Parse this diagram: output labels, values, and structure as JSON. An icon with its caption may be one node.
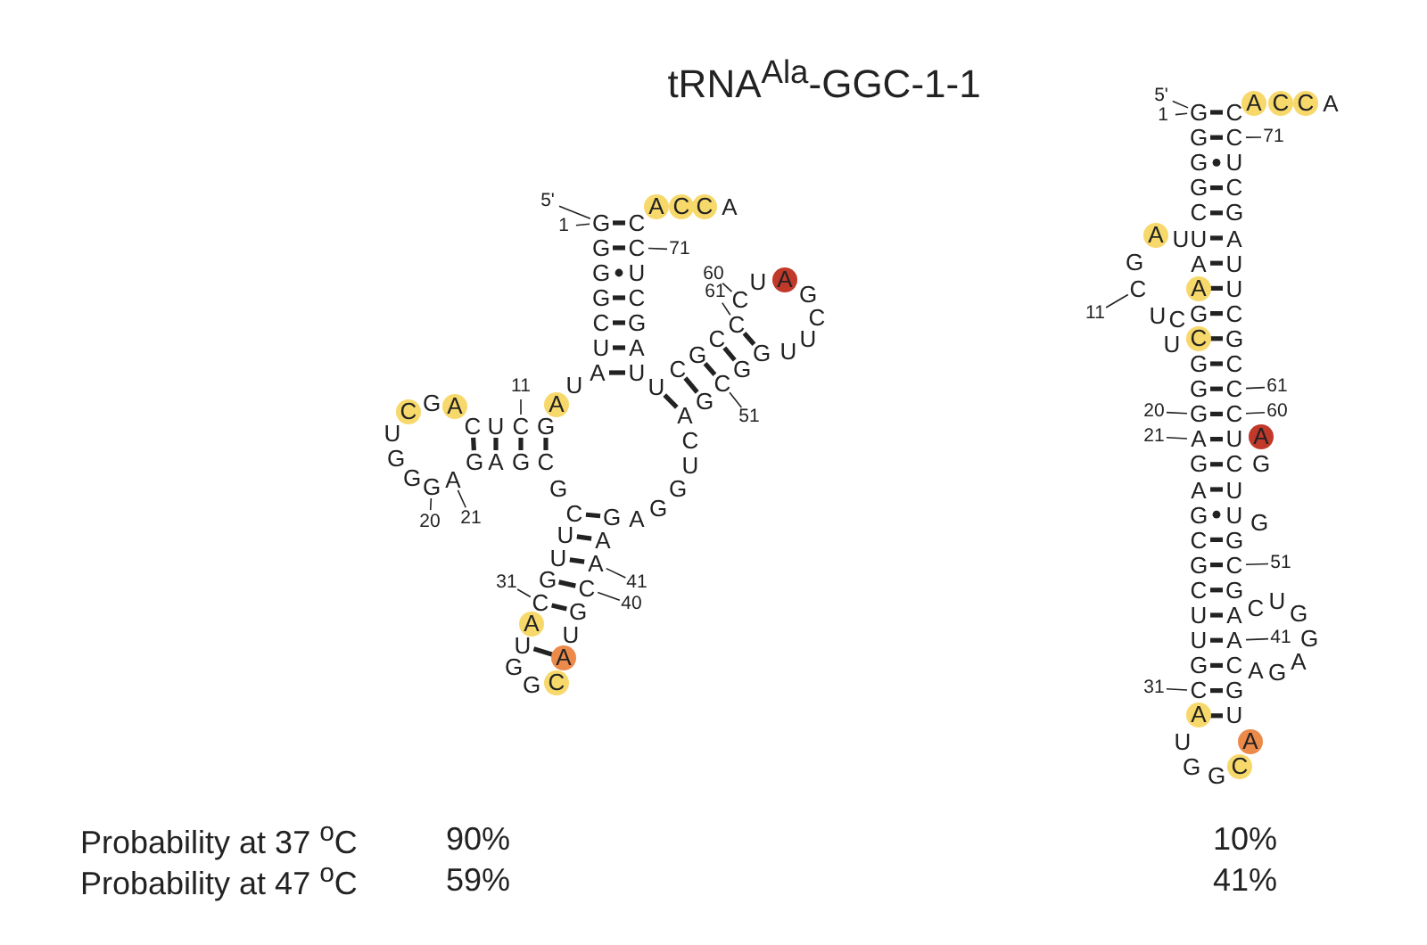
{
  "diagram": {
    "title": "tRNA$^{Ala}$-GGC-1-1",
    "nodes": [
      {
        "text": [
          "G"
        ]
      },
      {
        "text": [
          "G"
        ]
      },
      {
        "text": [
          "G"
        ]
      },
      {
        "text": [
          "G"
        ]
      },
      {
        "text": [
          "C"
        ]
      },
      {
        "text": [
          "U"
        ]
      },
      {
        "text": [
          "A"
        ]
      },
      {
        "text": [
          "U"
        ]
      },
      {
        "text": [
          "A"
        ]
      },
      {
        "text": [
          "G"
        ]
      },
      {
        "text": [
          "C"
        ]
      },
      {
        "text": [
          "U"
        ]
      },
      {
        "text": [
          "C"
        ]
      },
      {
        "text": [
          "A"
        ]
      },
      {
        "text": [
          "G"
        ]
      },
      {
        "text": [
          "C"
        ]
      },
      {
        "text": [
          "U"
        ]
      },
      {
        "text": [
          "G"
        ]
      },
      {
        "text": [
          "G"
        ]
      },
      {
        "text": [
          "G"
        ]
      },
      {
        "text": [
          "A"
        ]
      },
      {
        "text": [
          "G"
        ]
      },
      {
        "text": [
          "A"
        ]
      },
      {
        "text": [
          "G"
        ]
      },
      {
        "text": [
          "C"
        ]
      },
      {
        "text": [
          "G"
        ]
      },
      {
        "text": [
          "C"
        ]
      },
      {
        "text": [
          "U"
        ]
      },
      {
        "text": [
          "U"
        ]
      },
      {
        "text": [
          "G"
        ]
      },
      {
        "text": [
          "C"
        ]
      },
      {
        "text": [
          "A"
        ]
      },
      {
        "text": [
          "U"
        ]
      },
      {
        "text": [
          "G"
        ]
      },
      {
        "text": [
          "G"
        ]
      },
      {
        "text": [
          "C"
        ]
      },
      {
        "text": [
          "A"
        ]
      },
      {
        "text": [
          "U"
        ]
      },
      {
        "text": [
          "G"
        ]
      },
      {
        "text": [
          "C"
        ]
      },
      {
        "text": [
          "A"
        ]
      },
      {
        "text": [
          "A"
        ]
      },
      {
        "text": [
          "G"
        ]
      },
      {
        "text": [
          "A"
        ]
      },
      {
        "text": [
          "G"
        ]
      },
      {
        "text": [
          "G"
        ]
      },
      {
        "text": [
          "U"
        ]
      },
      {
        "text": [
          "C"
        ]
      },
      {
        "text": [
          "A"
        ]
      },
      {
        "text": [
          "G"
        ]
      },
      {
        "text": [
          "C"
        ]
      },
      {
        "text": [
          "G"
        ]
      },
      {
        "text": [
          "G"
        ]
      },
      {
        "text": [
          "U"
        ]
      },
      {
        "text": [
          "U"
        ]
      },
      {
        "text": [
          "C"
        ]
      },
      {
        "text": [
          "G"
        ]
      },
      {
        "text": [
          "A"
        ]
      },
      {
        "text": [
          "U"
        ]
      },
      {
        "text": [
          "C"
        ]
      },
      {
        "text": [
          "C"
        ]
      },
      {
        "text": [
          "C"
        ]
      },
      {
        "text": [
          "G"
        ]
      },
      {
        "text": [
          "C"
        ]
      },
      {
        "text": [
          "U"
        ]
      },
      {
        "text": [
          "U"
        ]
      },
      {
        "text": [
          "A"
        ]
      },
      {
        "text": [
          "G"
        ]
      },
      {
        "text": [
          "C"
        ]
      },
      {
        "text": [
          "U"
        ]
      },
      {
        "text": [
          "C"
        ]
      },
      {
        "text": [
          "C"
        ]
      },
      {
        "text": [
          "A"
        ]
      },
      {
        "text": [
          "C"
        ]
      },
      {
        "text": [
          "C"
        ]
      },
      {
        "text": [
          "A"
        ]
      },
      {
        "text": [
          "G"
        ]
      },
      {
        "text": [
          "G"
        ]
      },
      {
        "text": [
          "G"
        ]
      },
      {
        "text": [
          "G"
        ]
      },
      {
        "text": [
          "C"
        ]
      },
      {
        "text": [
          "U"
        ]
      },
      {
        "text": [
          "A"
        ]
      },
      {
        "text": [
          "U"
        ]
      },
      {
        "text": [
          "A"
        ]
      },
      {
        "text": [
          "G"
        ]
      },
      {
        "text": [
          "C"
        ]
      },
      {
        "text": [
          "U"
        ]
      },
      {
        "text": [
          "C"
        ]
      },
      {
        "text": [
          "A"
        ]
      },
      {
        "text": [
          "G"
        ]
      },
      {
        "text": [
          "C"
        ]
      },
      {
        "text": [
          "U"
        ]
      },
      {
        "text": [
          "G"
        ]
      },
      {
        "text": [
          "G"
        ]
      },
      {
        "text": [
          "G"
        ]
      },
      {
        "text": [
          "A"
        ]
      },
      {
        "text": [
          "G"
        ]
      },
      {
        "text": [
          "A"
        ]
      },
      {
        "text": [
          "G"
        ]
      },
      {
        "text": [
          "C"
        ]
      },
      {
        "text": [
          "G"
        ]
      },
      {
        "text": [
          "C"
        ]
      },
      {
        "text": [
          "U"
        ]
      },
      {
        "text": [
          "U"
        ]
      },
      {
        "text": [
          "G"
        ]
      },
      {
        "text": [
          "C"
        ]
      },
      {
        "text": [
          "A"
        ]
      },
      {
        "text": [
          "U"
        ]
      },
      {
        "text": [
          "G"
        ]
      },
      {
        "text": [
          "G"
        ]
      },
      {
        "text": [
          "C"
        ]
      },
      {
        "text": [
          "A"
        ]
      },
      {
        "text": [
          "U"
        ]
      },
      {
        "text": [
          "G"
        ]
      },
      {
        "text": [
          "C"
        ]
      },
      {
        "text": [
          "A"
        ]
      },
      {
        "text": [
          "A"
        ]
      },
      {
        "text": [
          "G"
        ]
      },
      {
        "text": [
          "A"
        ]
      },
      {
        "text": [
          "G"
        ]
      },
      {
        "text": [
          "G"
        ]
      },
      {
        "text": [
          "U"
        ]
      },
      {
        "text": [
          "C"
        ]
      },
      {
        "text": [
          "A"
        ]
      },
      {
        "text": [
          "G"
        ]
      },
      {
        "text": [
          "C"
        ]
      },
      {
        "text": [
          "G"
        ]
      },
      {
        "text": [
          "G"
        ]
      },
      {
        "text": [
          "U"
        ]
      },
      {
        "text": [
          "U"
        ]
      },
      {
        "text": [
          "C"
        ]
      },
      {
        "text": [
          "G"
        ]
      },
      {
        "text": [
          "A"
        ]
      },
      {
        "text": [
          "U"
        ]
      },
      {
        "text": [
          "C"
        ]
      },
      {
        "text": [
          "C"
        ]
      },
      {
        "text": [
          "C"
        ]
      },
      {
        "text": [
          "G"
        ]
      },
      {
        "text": [
          "C"
        ]
      },
      {
        "text": [
          "U"
        ]
      },
      {
        "text": [
          "U"
        ]
      },
      {
        "text": [
          "A"
        ]
      },
      {
        "text": [
          "G"
        ]
      },
      {
        "text": [
          "C"
        ]
      },
      {
        "text": [
          "U"
        ]
      },
      {
        "text": [
          "C"
        ]
      },
      {
        "text": [
          "C"
        ]
      },
      {
        "text": [
          "A"
        ]
      },
      {
        "text": [
          "C"
        ]
      },
      {
        "text": [
          "C"
        ]
      },
      {
        "text": [
          "A"
        ]
      },
      {
        "text": [
          "5'"
        ]
      },
      {
        "text": [
          "1"
        ]
      },
      {
        "text": [
          "71"
        ]
      },
      {
        "text": [
          "11"
        ]
      },
      {
        "text": [
          "20"
        ]
      },
      {
        "text": [
          "21"
        ]
      },
      {
        "text": [
          "31"
        ]
      },
      {
        "text": [
          "40"
        ]
      },
      {
        "text": [
          "41"
        ]
      },
      {
        "text": [
          "51"
        ]
      },
      {
        "text": [
          "60"
        ]
      },
      {
        "text": [
          "61"
        ]
      },
      {
        "text": [
          "5'"
        ]
      },
      {
        "text": [
          "1"
        ]
      },
      {
        "text": [
          "71"
        ]
      },
      {
        "text": [
          "11"
        ]
      },
      {
        "text": [
          "61"
        ]
      },
      {
        "text": [
          "20"
        ]
      },
      {
        "text": [
          "60"
        ]
      },
      {
        "text": [
          "21"
        ]
      },
      {
        "text": [
          "51"
        ]
      },
      {
        "text": [
          "41"
        ]
      },
      {
        "text": [
          "31"
        ]
      }
    ],
    "edges": [
      {
        "from": 0,
        "to": 71,
        "arrow": "none"
      },
      {
        "from": 1,
        "to": 70,
        "arrow": "none"
      },
      {
        "from": 3,
        "to": 68,
        "arrow": "none"
      },
      {
        "from": 4,
        "to": 67,
        "arrow": "none"
      },
      {
        "from": 5,
        "to": 66,
        "arrow": "none"
      },
      {
        "from": 6,
        "to": 65,
        "arrow": "none"
      },
      {
        "from": 9,
        "to": 24,
        "arrow": "none"
      },
      {
        "from": 10,
        "to": 23,
        "arrow": "none"
      },
      {
        "from": 11,
        "to": 22,
        "arrow": "none"
      },
      {
        "from": 12,
        "to": 21,
        "arrow": "none"
      },
      {
        "from": 26,
        "to": 42,
        "arrow": "none"
      },
      {
        "from": 27,
        "to": 41,
        "arrow": "none"
      },
      {
        "from": 28,
        "to": 40,
        "arrow": "none"
      },
      {
        "from": 29,
        "to": 39,
        "arrow": "none"
      },
      {
        "from": 30,
        "to": 38,
        "arrow": "none"
      },
      {
        "from": 32,
        "to": 36,
        "arrow": "none"
      },
      {
        "from": 48,
        "to": 64,
        "arrow": "none"
      },
      {
        "from": 49,
        "to": 63,
        "arrow": "none"
      },
      {
        "from": 50,
        "to": 62,
        "arrow": "none"
      },
      {
        "from": 51,
        "to": 61,
        "arrow": "none"
      },
      {
        "from": 52,
        "to": 60,
        "arrow": "none"
      },
      {
        "from": 152,
        "to": 0,
        "arrow": "none"
      },
      {
        "from": 153,
        "to": 0,
        "arrow": "none"
      },
      {
        "from": 154,
        "to": 70,
        "arrow": "none"
      },
      {
        "from": 155,
        "to": 10,
        "arrow": "none"
      },
      {
        "from": 156,
        "to": 19,
        "arrow": "none"
      },
      {
        "from": 157,
        "to": 20,
        "arrow": "none"
      },
      {
        "from": 158,
        "to": 30,
        "arrow": "none"
      },
      {
        "from": 159,
        "to": 39,
        "arrow": "none"
      },
      {
        "from": 160,
        "to": 40,
        "arrow": "none"
      },
      {
        "from": 161,
        "to": 50,
        "arrow": "none"
      },
      {
        "from": 162,
        "to": 59,
        "arrow": "none"
      },
      {
        "from": 163,
        "to": 60,
        "arrow": "none"
      },
      {
        "from": 76,
        "to": 147,
        "arrow": "none"
      },
      {
        "from": 77,
        "to": 146,
        "arrow": "none"
      },
      {
        "from": 79,
        "to": 144,
        "arrow": "none"
      },
      {
        "from": 80,
        "to": 143,
        "arrow": "none"
      },
      {
        "from": 81,
        "to": 142,
        "arrow": "none"
      },
      {
        "from": 82,
        "to": 141,
        "arrow": "none"
      },
      {
        "from": 89,
        "to": 140,
        "arrow": "none"
      },
      {
        "from": 90,
        "to": 139,
        "arrow": "none"
      },
      {
        "from": 91,
        "to": 138,
        "arrow": "none"
      },
      {
        "from": 93,
        "to": 137,
        "arrow": "none"
      },
      {
        "from": 94,
        "to": 136,
        "arrow": "none"
      },
      {
        "from": 95,
        "to": 135,
        "arrow": "none"
      },
      {
        "from": 96,
        "to": 134,
        "arrow": "none"
      },
      {
        "from": 97,
        "to": 131,
        "arrow": "none"
      },
      {
        "from": 98,
        "to": 130,
        "arrow": "none"
      },
      {
        "from": 100,
        "to": 127,
        "arrow": "none"
      },
      {
        "from": 101,
        "to": 126,
        "arrow": "none"
      },
      {
        "from": 102,
        "to": 125,
        "arrow": "none"
      },
      {
        "from": 103,
        "to": 124,
        "arrow": "none"
      },
      {
        "from": 104,
        "to": 116,
        "arrow": "none"
      },
      {
        "from": 105,
        "to": 115,
        "arrow": "none"
      },
      {
        "from": 106,
        "to": 114,
        "arrow": "none"
      },
      {
        "from": 107,
        "to": 113,
        "arrow": "none"
      },
      {
        "from": 164,
        "to": 76,
        "arrow": "none"
      },
      {
        "from": 165,
        "to": 76,
        "arrow": "none"
      },
      {
        "from": 166,
        "to": 146,
        "arrow": "none"
      },
      {
        "from": 167,
        "to": 86,
        "arrow": "none"
      },
      {
        "from": 168,
        "to": 136,
        "arrow": "none"
      },
      {
        "from": 169,
        "to": 95,
        "arrow": "none"
      },
      {
        "from": 170,
        "to": 135,
        "arrow": "none"
      },
      {
        "from": 171,
        "to": 96,
        "arrow": "none"
      },
      {
        "from": 172,
        "to": 126,
        "arrow": "none"
      },
      {
        "from": 173,
        "to": 116,
        "arrow": "none"
      },
      {
        "from": 174,
        "to": 106,
        "arrow": "none"
      }
    ],
    "labels": [
      "Probability at 37 $^{o}$C",
      "90%",
      "10%",
      "Probability at 47 $^{o}$C",
      "59%",
      "41%"
    ]
  }
}
